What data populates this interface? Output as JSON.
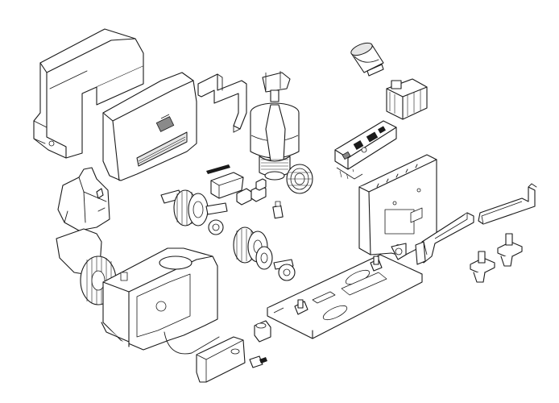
{
  "figure": {
    "kind": "exploded-parts-diagram",
    "parts": [
      {
        "id": "motor-cover",
        "icon": "housing-cover"
      },
      {
        "id": "front-cover",
        "icon": "front-panel-cover"
      },
      {
        "id": "cover-bracket",
        "icon": "bracket"
      },
      {
        "id": "spring-cap",
        "icon": "cap"
      },
      {
        "id": "motor",
        "icon": "motor"
      },
      {
        "id": "capacitor",
        "icon": "capacitor"
      },
      {
        "id": "transformer",
        "icon": "transformer"
      },
      {
        "id": "control-board",
        "icon": "circuit-board"
      },
      {
        "id": "board-bracket",
        "icon": "mounting-plate"
      },
      {
        "id": "limit-bracket-left",
        "icon": "bracket"
      },
      {
        "id": "limit-bracket-right",
        "icon": "bracket"
      },
      {
        "id": "screw-set",
        "icon": "screws"
      },
      {
        "id": "terminal-block",
        "icon": "terminal"
      },
      {
        "id": "worm-shaft-assembly",
        "icon": "shaft"
      },
      {
        "id": "gear-assembly",
        "icon": "gear"
      },
      {
        "id": "bearing-disc",
        "icon": "disc"
      },
      {
        "id": "pinion-assembly",
        "icon": "pinion"
      },
      {
        "id": "gearbox-housing",
        "icon": "housing"
      },
      {
        "id": "base-plate",
        "icon": "base-plate"
      },
      {
        "id": "release-lock",
        "icon": "lock"
      },
      {
        "id": "release-key",
        "icon": "key"
      },
      {
        "id": "release-cover",
        "icon": "cover"
      },
      {
        "id": "small-fuse",
        "icon": "fuse"
      },
      {
        "id": "anchor-bolts",
        "icon": "bolts"
      }
    ]
  }
}
